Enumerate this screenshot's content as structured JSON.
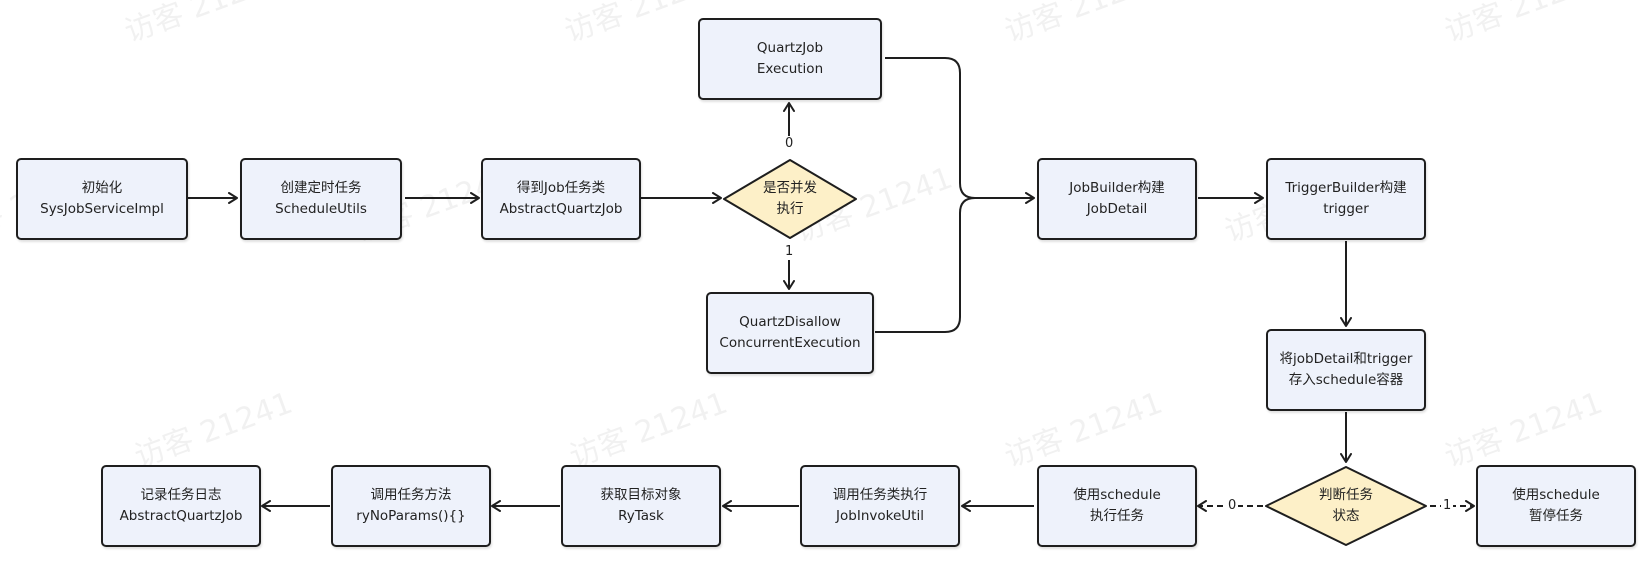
{
  "watermark": "访客 21241",
  "nodes": {
    "init": {
      "line1": "初始化",
      "line2": "SysJobServiceImpl"
    },
    "create_task": {
      "line1": "创建定时任务",
      "line2": "ScheduleUtils"
    },
    "get_job_class": {
      "line1": "得到Job任务类",
      "line2": "AbstractQuartzJob"
    },
    "concurrent": {
      "line1": "是否并发",
      "line2": "执行"
    },
    "quartz_job_exec": {
      "line1": "QuartzJob",
      "line2": "Execution"
    },
    "quartz_disallow": {
      "line1": "QuartzDisallow",
      "line2": "ConcurrentExecution"
    },
    "job_builder": {
      "line1": "JobBuilder构建",
      "line2": "JobDetail"
    },
    "trigger_builder": {
      "line1": "TriggerBuilder构建",
      "line2": "trigger"
    },
    "store": {
      "line1": "将jobDetail和trigger",
      "line2": "存入schedule容器"
    },
    "judge": {
      "line1": "判断任务",
      "line2": "状态"
    },
    "pause": {
      "line1": "使用schedule",
      "line2": "暂停任务"
    },
    "execute": {
      "line1": "使用schedule",
      "line2": "执行任务"
    },
    "invoke": {
      "line1": "调用任务类执行",
      "line2": "JobInvokeUtil"
    },
    "target": {
      "line1": "获取目标对象",
      "line2": "RyTask"
    },
    "method": {
      "line1": "调用任务方法",
      "line2": "ryNoParams(){}"
    },
    "log": {
      "line1": "记录任务日志",
      "line2": "AbstractQuartzJob"
    }
  },
  "edge_labels": {
    "concurrent_to_exec": "0",
    "concurrent_to_disallow": "1",
    "judge_to_execute": "0",
    "judge_to_pause": "1"
  },
  "colors": {
    "box_fill": "#eef2fb",
    "decision_fill": "#fdf0c8",
    "stroke": "#1e1e1e"
  }
}
